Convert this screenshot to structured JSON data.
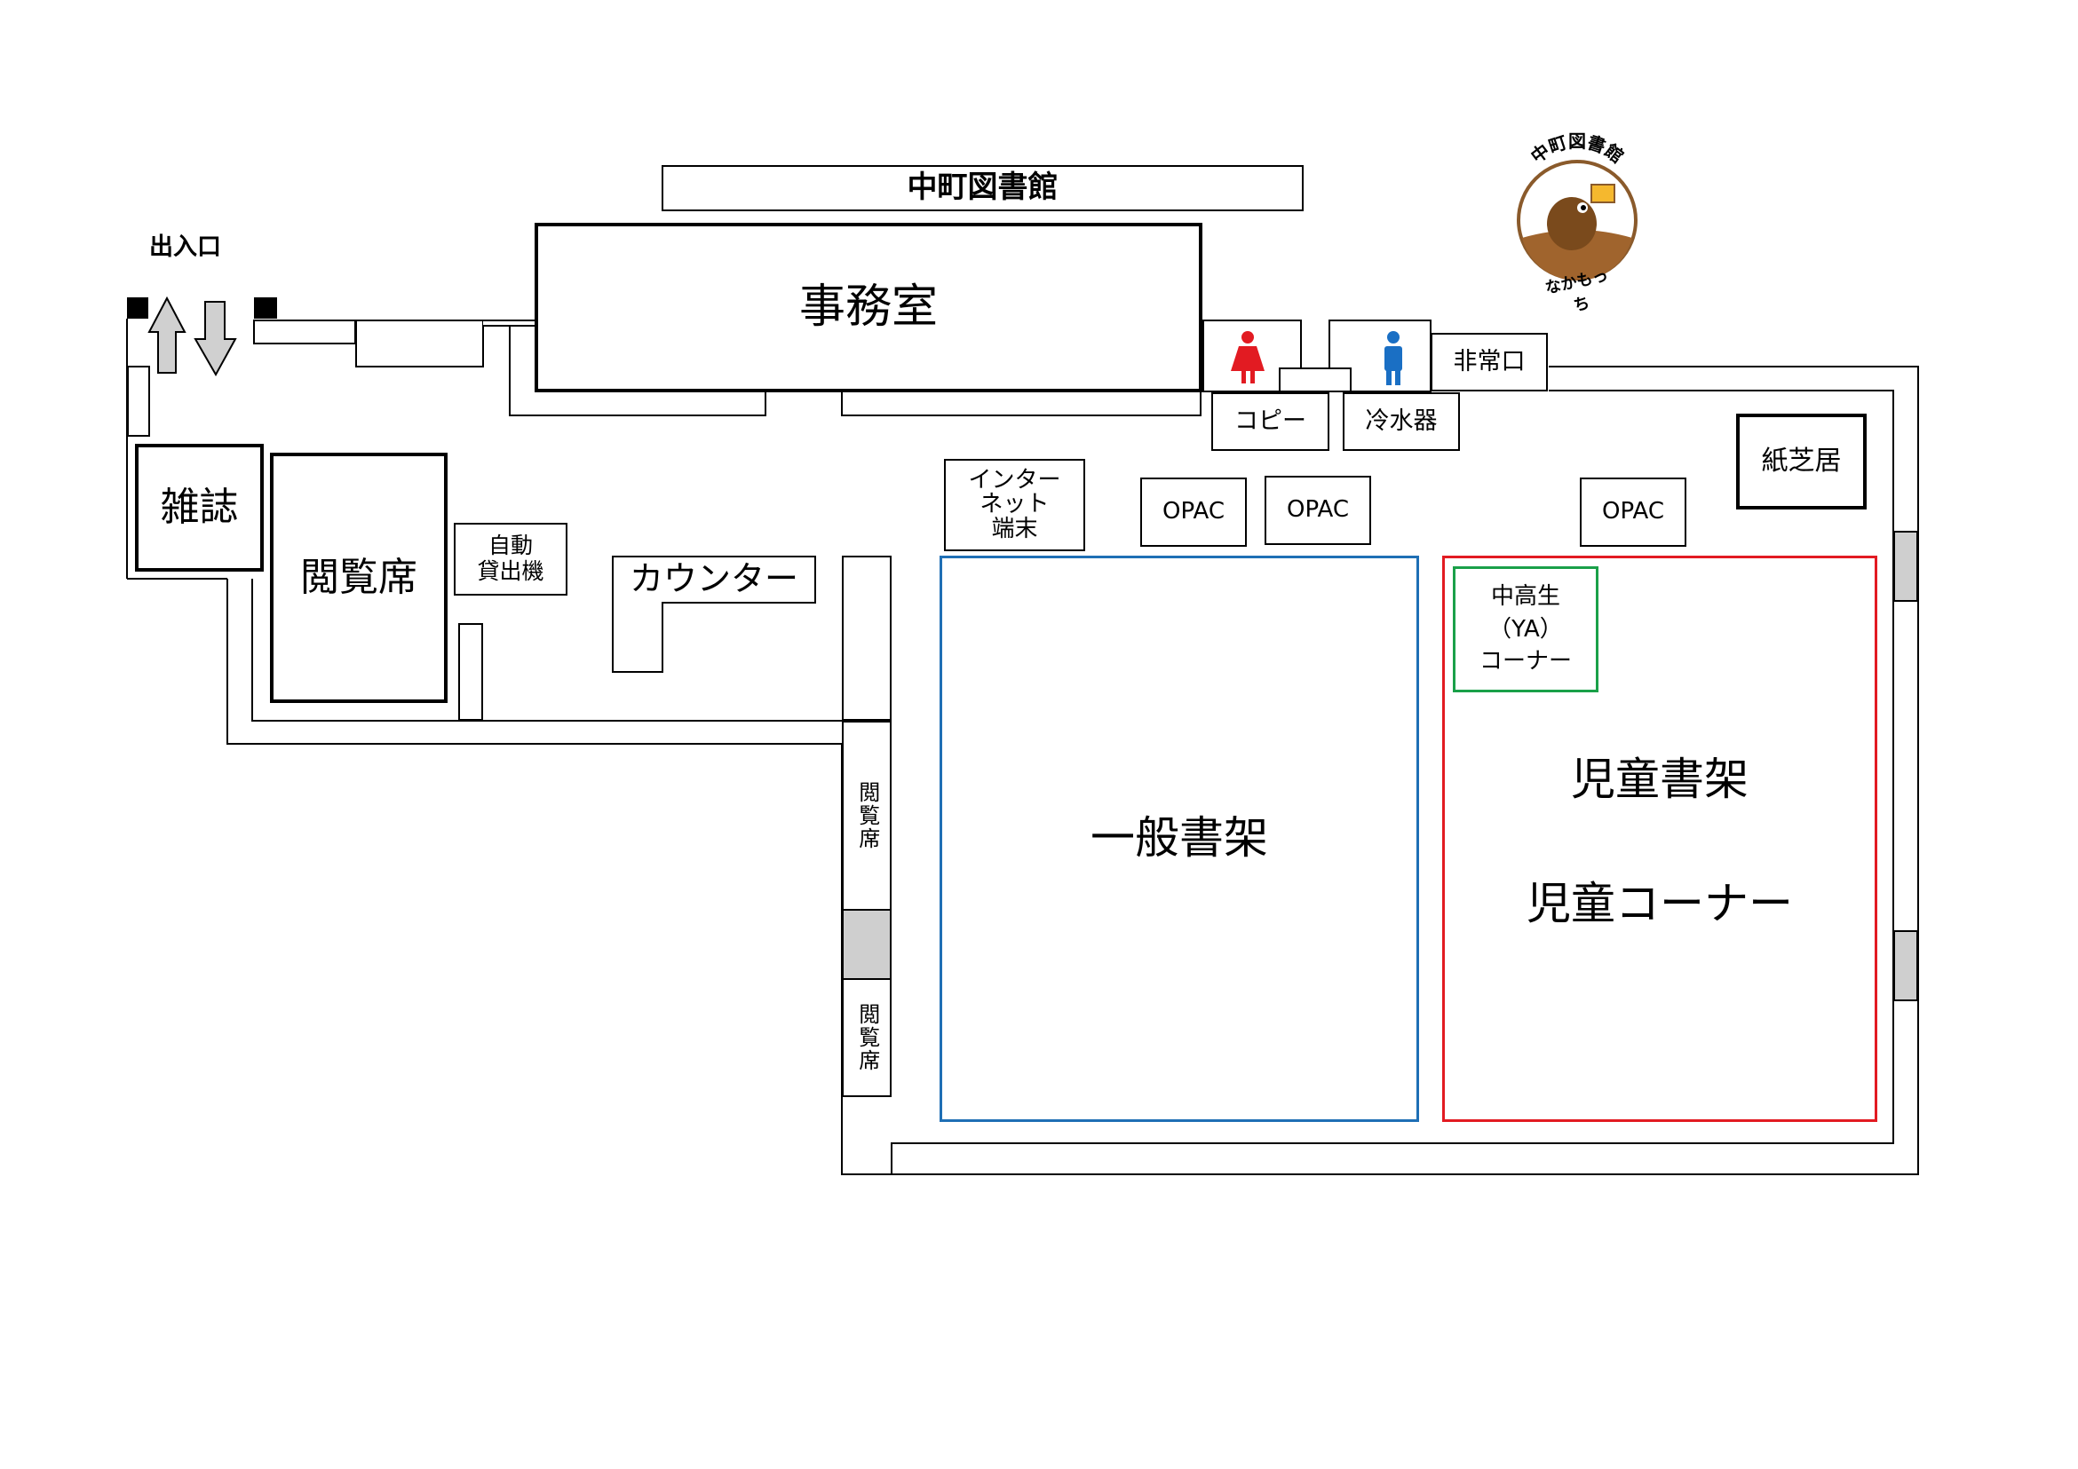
{
  "title": "中町図書館",
  "entrance": "出入口",
  "office": "事務室",
  "emergency_exit": "非常口",
  "copy": "コピー",
  "water_cooler": "冷水器",
  "kamishibai": "紙芝居",
  "magazines": "雑誌",
  "reading_seats": "閲覧席",
  "self_checkout": "自動\n貸出機",
  "counter": "カウンター",
  "internet": "インター\nネット\n端末",
  "opac": "OPAC",
  "general_shelves": "一般書架",
  "ya_corner": "中高生\n（YA）\nコーナー",
  "children_shelves": "児童書架",
  "children_corner": "児童コーナー",
  "reading_seats_small": "閲覧席",
  "mascot": {
    "ring_text": "中町図書館",
    "name": "なかもっち"
  },
  "colors": {
    "general_border": "#1f6fb5",
    "children_border": "#e21b22",
    "ya_border": "#1aa049",
    "female_icon": "#e21b22",
    "male_icon": "#1a6fc4",
    "mascot_brown": "#8a5a2b"
  }
}
